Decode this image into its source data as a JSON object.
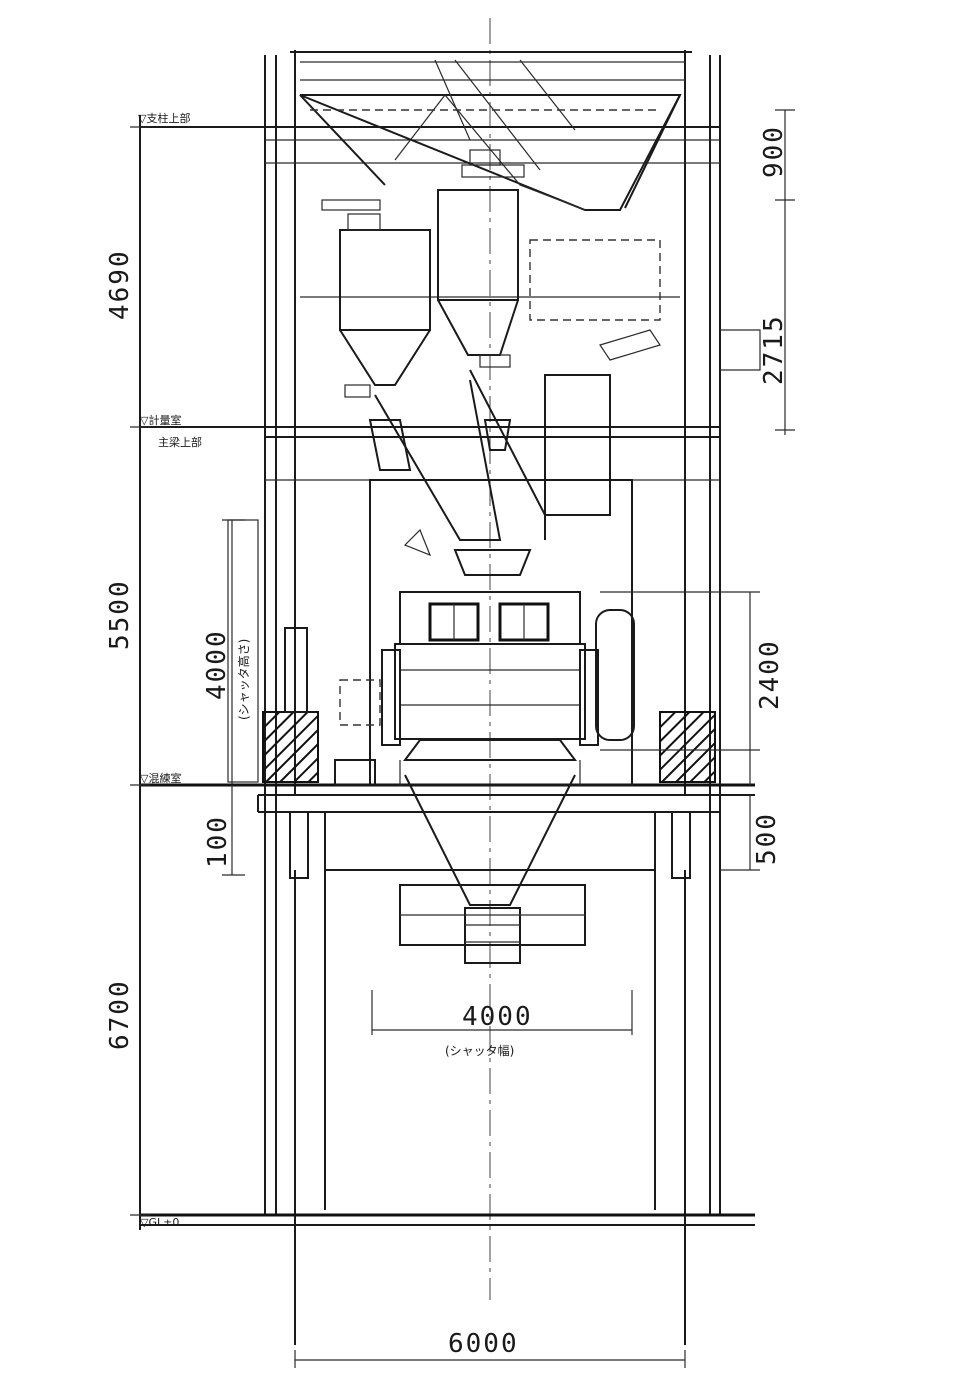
{
  "dimensions": {
    "left_4690": "4690",
    "left_5500": "5500",
    "left_6700": "6700",
    "inner_4000_height": "4000",
    "inner_4000_height_note": "(シャッタ高さ)",
    "left_100": "100",
    "right_900": "900",
    "right_2715": "2715",
    "right_2400": "2400",
    "right_500": "500",
    "bottom_4000": "4000",
    "bottom_4000_note": "(シャッタ幅)",
    "bottom_6000": "6000"
  },
  "levels": {
    "top_frame": "▽支柱上部",
    "weigh_floor": "▽計量室",
    "main_beam": "主梁上部",
    "mixer_floor": "▽混練室",
    "ground": "▽GL±0"
  }
}
